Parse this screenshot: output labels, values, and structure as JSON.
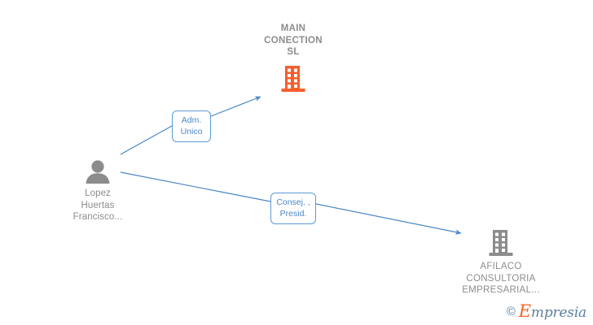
{
  "diagram": {
    "type": "relationship-graph",
    "background_color": "#ffffff",
    "accent_blue": "#4a86c8",
    "edge_color": "#4a86c8",
    "company_orange": "#f75e2b",
    "company_gray": "#8c8c8c",
    "label_text_color": "#4a86c8"
  },
  "nodes": {
    "main_company": {
      "name": "MAIN\nCONECTION\nSL",
      "icon": "building-icon",
      "icon_color": "#f75e2b"
    },
    "person": {
      "name": "Lopez\nHuertas\nFrancisco...",
      "icon": "person-icon",
      "icon_color": "#8c8c8c"
    },
    "related_company": {
      "name": "AFILACO\nCONSULTORIA\nEMPRESARIAL...",
      "icon": "building-icon",
      "icon_color": "#8c8c8c"
    }
  },
  "edges": [
    {
      "id": "edge-adm-unico",
      "from": "person",
      "to": "main_company",
      "label": "Adm.\nUnico"
    },
    {
      "id": "edge-consej-presid",
      "from": "person",
      "to": "related_company",
      "label": "Consej. ,\nPresid."
    }
  ],
  "watermark": {
    "copyright": "©",
    "brand_lead": "E",
    "brand_rest": "mpresia"
  }
}
